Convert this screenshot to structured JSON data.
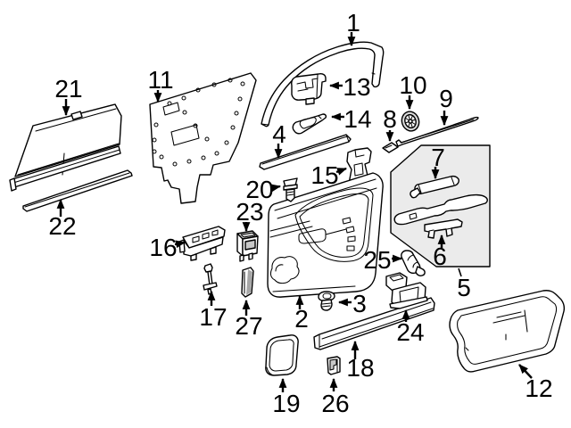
{
  "diagram": {
    "kind": "exploded-parts-diagram",
    "subject": "rear door interior trim panel components",
    "background_color": "#ffffff",
    "line_color": "#000000",
    "group_box_fill": "#ebebeb",
    "parts": [
      {
        "label": "1",
        "name": "upper-window-frame-molding"
      },
      {
        "label": "2",
        "name": "door-trim-panel"
      },
      {
        "label": "3",
        "name": "trim-panel-retainer-clip"
      },
      {
        "label": "4",
        "name": "inner-belt-weatherstrip"
      },
      {
        "label": "5",
        "name": "armrest-assembly-group"
      },
      {
        "label": "6",
        "name": "pull-handle-support"
      },
      {
        "label": "7",
        "name": "grab-handle-cylinder"
      },
      {
        "label": "8",
        "name": "mounting-clip"
      },
      {
        "label": "9",
        "name": "outer-belt-molding"
      },
      {
        "label": "10",
        "name": "speaker-grommet"
      },
      {
        "label": "11",
        "name": "door-water-shield"
      },
      {
        "label": "12",
        "name": "storage-pocket-trim"
      },
      {
        "label": "13",
        "name": "pull-handle-bracket"
      },
      {
        "label": "14",
        "name": "release-handle-bezel"
      },
      {
        "label": "15",
        "name": "corner-mounting-bracket"
      },
      {
        "label": "16",
        "name": "switch-mounting-bracket"
      },
      {
        "label": "17",
        "name": "lock-knob-linkage"
      },
      {
        "label": "18",
        "name": "lower-garnish-molding"
      },
      {
        "label": "19",
        "name": "speaker-grille-cover"
      },
      {
        "label": "20",
        "name": "push-pin-retainer"
      },
      {
        "label": "21",
        "name": "window-sunshade"
      },
      {
        "label": "22",
        "name": "sunshade-guide-rail"
      },
      {
        "label": "23",
        "name": "window-switch"
      },
      {
        "label": "24",
        "name": "courtesy-lamp"
      },
      {
        "label": "25",
        "name": "lamp-bulb-socket"
      },
      {
        "label": "26",
        "name": "retaining-clip"
      },
      {
        "label": "27",
        "name": "trim-finisher-strip"
      }
    ]
  }
}
